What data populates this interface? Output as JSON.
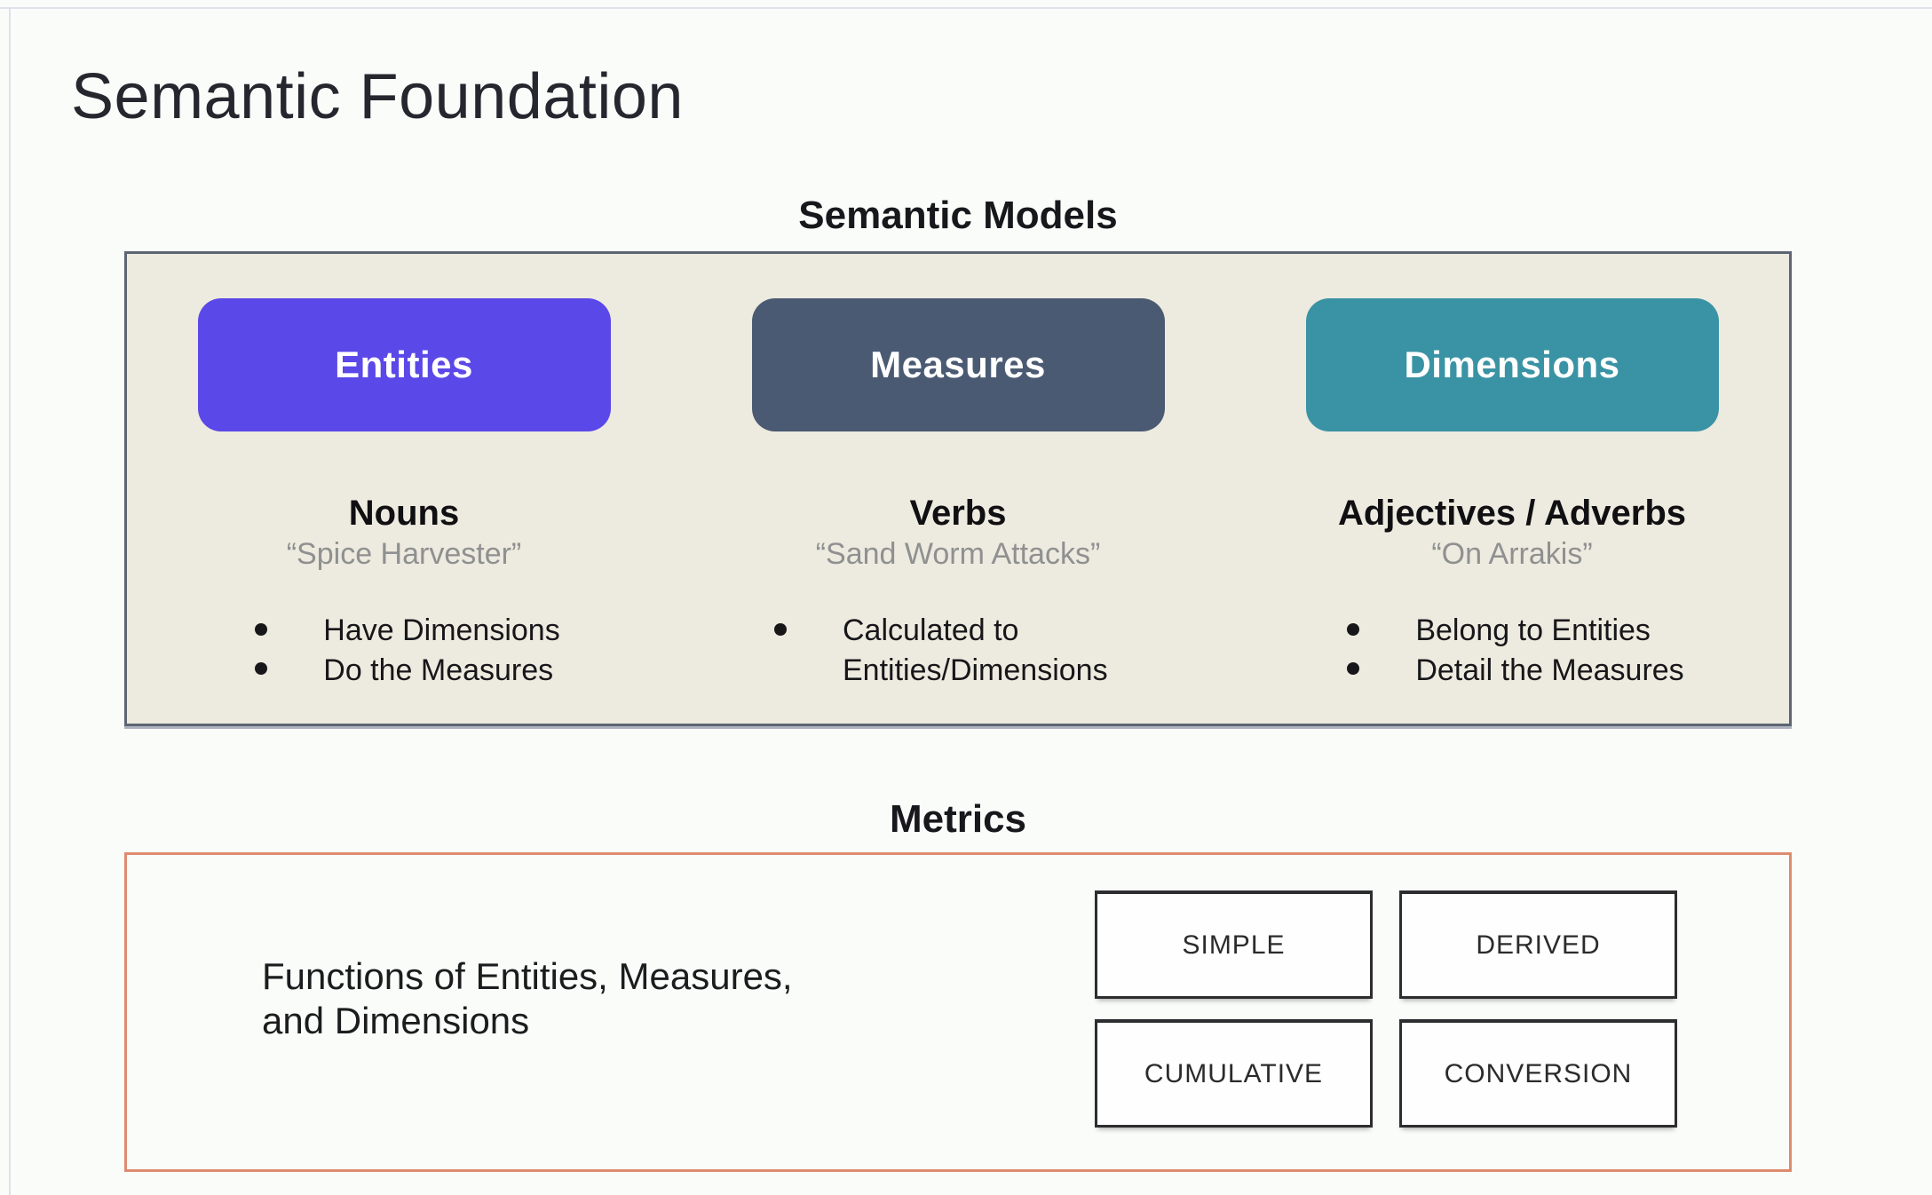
{
  "page": {
    "title": "Semantic Foundation"
  },
  "semantic_models": {
    "label": "Semantic Models",
    "panel_bg": "#edeadf",
    "panel_border": "#5d6572",
    "columns": [
      {
        "pill": "Entities",
        "pill_color": "#5b48e8",
        "subtitle": "Nouns",
        "quote": "“Spice Harvester”",
        "bullets": [
          "Have Dimensions",
          "Do the Measures"
        ]
      },
      {
        "pill": "Measures",
        "pill_color": "#4a5a72",
        "subtitle": "Verbs",
        "quote": "“Sand Worm Attacks”",
        "bullets": [
          "Calculated to Entities/Dimensions"
        ]
      },
      {
        "pill": "Dimensions",
        "pill_color": "#3a93a4",
        "subtitle": "Adjectives / Adverbs",
        "quote": "“On Arrakis”",
        "bullets": [
          "Belong to Entities",
          "Detail the Measures"
        ]
      }
    ]
  },
  "metrics": {
    "label": "Metrics",
    "border_color": "#dd8b70",
    "description": "Functions of Entities, Measures,\nand Dimensions",
    "types": [
      "SIMPLE",
      "DERIVED",
      "CUMULATIVE",
      "CONVERSION"
    ]
  }
}
